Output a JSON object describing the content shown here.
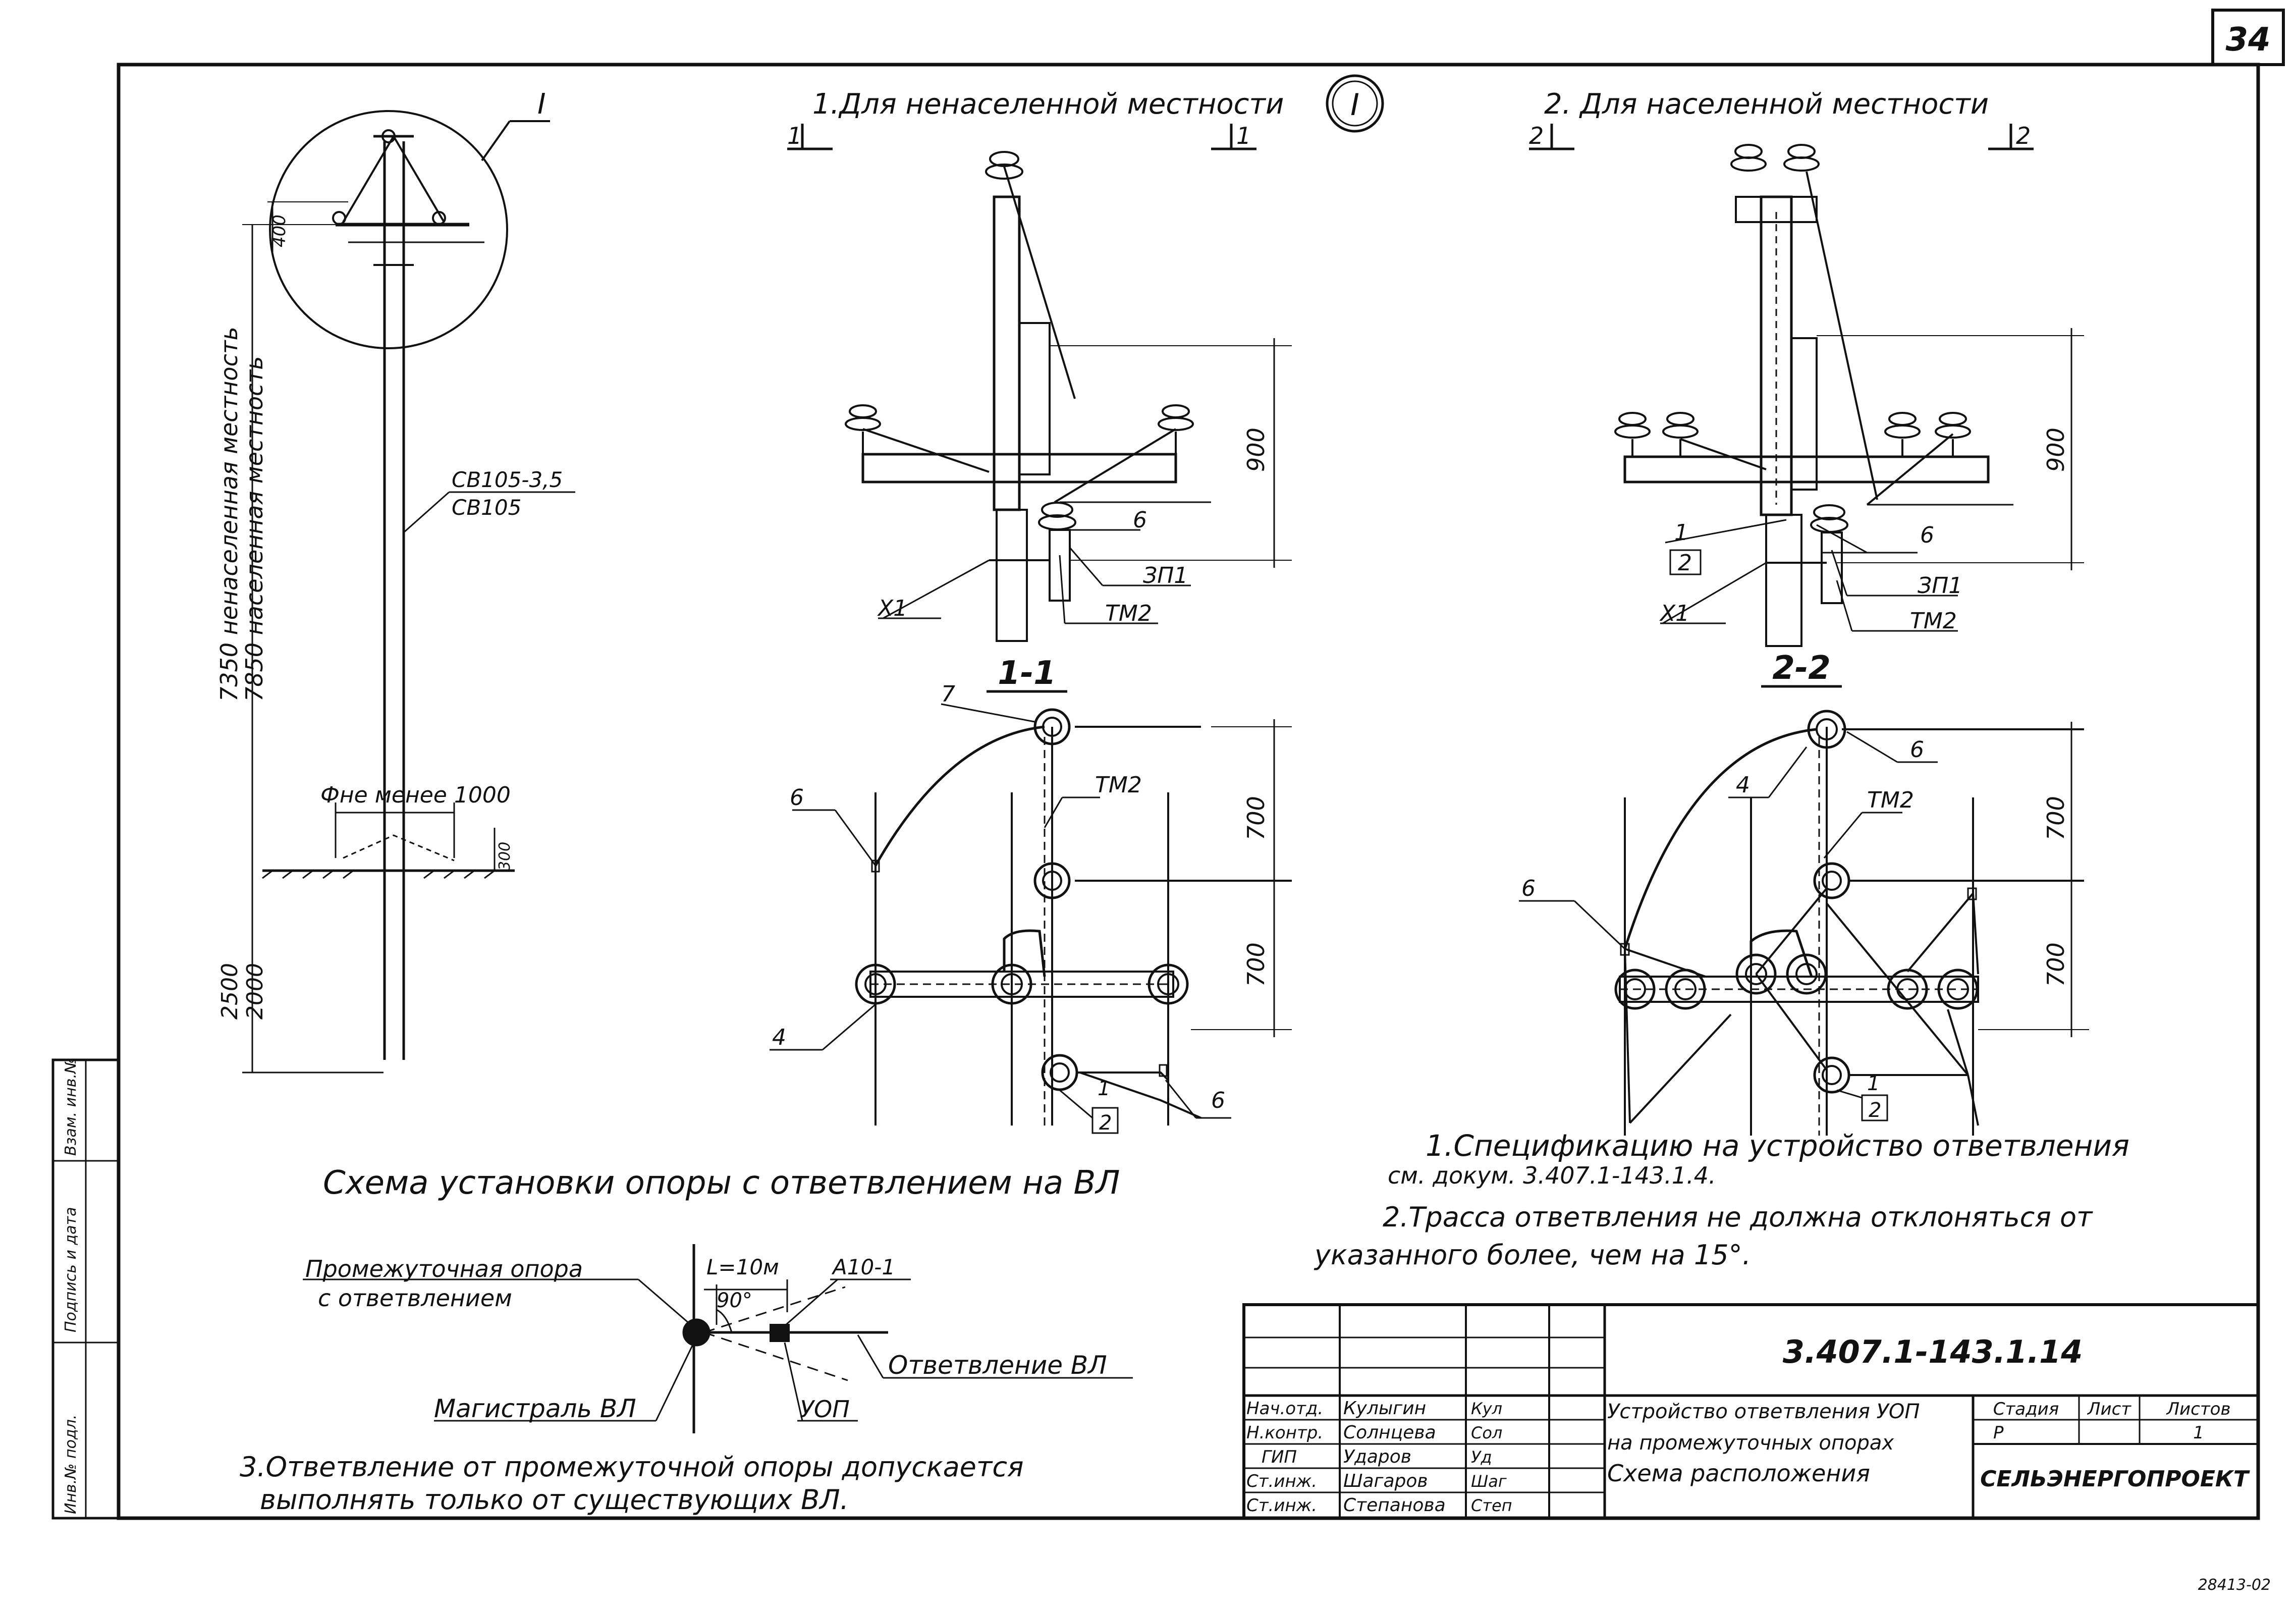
{
  "sheet_number": "34",
  "stamp_code": "28413-02",
  "section1": {
    "title": "1.Для ненаселенной местности",
    "circle_mark": "I",
    "cut_left": "1",
    "cut_right": "1"
  },
  "section2": {
    "title": "2. Для населенной местности",
    "cut_left": "2",
    "cut_right": "2"
  },
  "pole": {
    "detail_mark": "I",
    "dim_top": "400",
    "dim_height_1": "7350 ненаселенная местность",
    "dim_height_2": "7850 населенная местность",
    "type_1": "СВ105-3,5",
    "type_2": "СВ105",
    "foundation": "Фне менее 1000",
    "dim_small": "300",
    "dim_depth_1": "2500",
    "dim_depth_2": "2000"
  },
  "view1": {
    "dim": "900",
    "labels": {
      "x1": "Х1",
      "tm2": "ТМ2",
      "zp1": "ЗП1",
      "n6": "6"
    }
  },
  "view2": {
    "dim": "900",
    "labels": {
      "x1": "Х1",
      "tm2": "ТМ2",
      "zp1": "ЗП1",
      "n6": "6",
      "n1": "1",
      "n2": "2"
    }
  },
  "plan1": {
    "title": "1-1",
    "dim_a": "700",
    "dim_b": "700",
    "labels": {
      "n7": "7",
      "tm2": "ТМ2",
      "n6a": "6",
      "n4": "4",
      "n6b": "6",
      "n1": "1",
      "n2": "2"
    }
  },
  "plan2": {
    "title": "2-2",
    "dim_a": "700",
    "dim_b": "700",
    "labels": {
      "n6a": "6",
      "n4": "4",
      "tm2": "ТМ2",
      "n6b": "6",
      "n1": "1",
      "n2": "2"
    }
  },
  "schema": {
    "title": "Схема установки опоры с ответвлением на ВЛ",
    "pole_label_1": "Промежуточная опора",
    "pole_label_2": "с ответвлением",
    "length": "L=10м",
    "angle": "90°",
    "mark": "А10-1",
    "branch": "Ответвление ВЛ",
    "main": "Магистраль ВЛ",
    "uop": "УОП"
  },
  "notes": {
    "n1a": "1.Спецификацию на устройство ответвления",
    "n1b": "см. докум. 3.407.1-143.1.4.",
    "n2a": "2.Трасса ответвления не должна отклоняться от",
    "n2b": "указанного более, чем на 15°.",
    "n3a": "3.Ответвление от промежуточной опоры допускается",
    "n3b": "выполнять только от существующих ВЛ."
  },
  "side_stamp": {
    "c1": "Инв.№ подл.",
    "c2": "Подпись и дата",
    "c3": "Взам. инв.№"
  },
  "title_block": {
    "code": "3.407.1-143.1.14",
    "desc1": "Устройство ответвления УОП",
    "desc2": "на промежуточных опорах",
    "desc3": "Схема расположения",
    "stage_h": "Стадия",
    "sheet_h": "Лист",
    "sheets_h": "Листов",
    "stage": "Р",
    "sheets": "1",
    "org": "СЕЛЬЭНЕРГОПРОЕКТ",
    "rows": [
      {
        "role": "Нач.отд.",
        "name": "Кулыгин",
        "sign": "Кул"
      },
      {
        "role": "Н.контр.",
        "name": "Солнцева",
        "sign": "Сол"
      },
      {
        "role": "ГИП",
        "name": "Ударов",
        "sign": "Уд"
      },
      {
        "role": "Ст.инж.",
        "name": "Шагаров",
        "sign": "Шаг"
      },
      {
        "role": "Ст.инж.",
        "name": "Степанова",
        "sign": "Степ"
      }
    ]
  }
}
